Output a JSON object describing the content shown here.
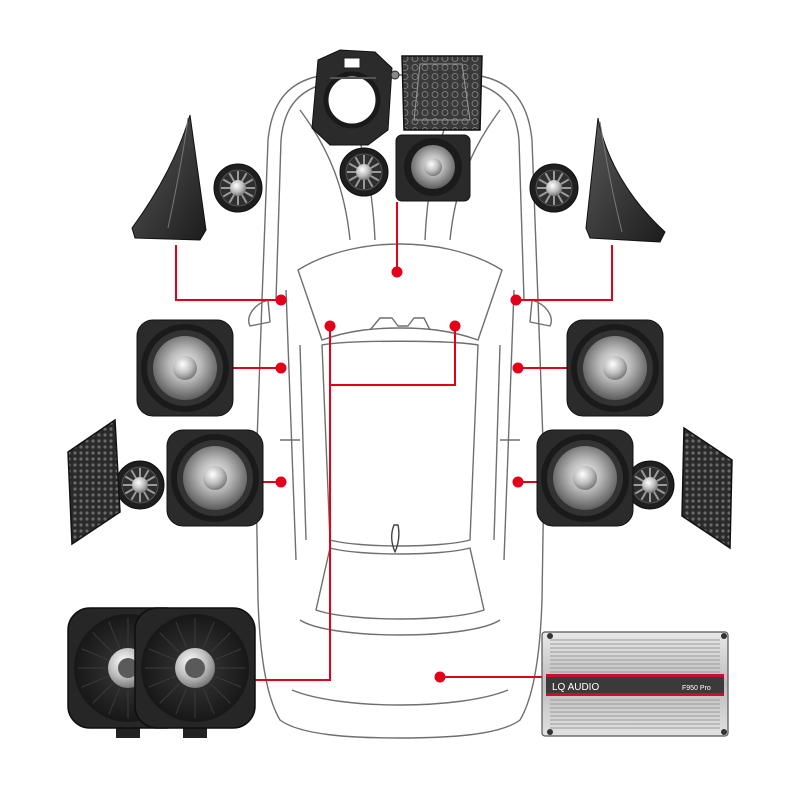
{
  "amplifier": {
    "brand": "LQ AUDIO",
    "model": "F950 Pro"
  },
  "tweeter_pods": {
    "left_label": "",
    "right_label": ""
  },
  "colors": {
    "connector": "#e3001b",
    "car_outline": "#6f6f6f",
    "speaker_dark": "#1e1e1e",
    "cone_grey": "#9a9a9a",
    "amp_silver": "#cfcfcf",
    "amp_red": "#c8102e"
  },
  "components": [
    {
      "id": "a-pillar-tweeter-left",
      "icon": "a-pillar-tweeter-pod-icon"
    },
    {
      "id": "a-pillar-tweeter-right",
      "icon": "a-pillar-tweeter-pod-icon"
    },
    {
      "id": "dash-tweeter-left",
      "icon": "tweeter-icon"
    },
    {
      "id": "dash-tweeter-right",
      "icon": "tweeter-icon"
    },
    {
      "id": "center-tweeter",
      "icon": "tweeter-icon"
    },
    {
      "id": "center-mount-bracket",
      "icon": "speaker-bracket-icon"
    },
    {
      "id": "center-grille",
      "icon": "speaker-grille-icon"
    },
    {
      "id": "center-midrange",
      "icon": "midrange-speaker-icon"
    },
    {
      "id": "front-door-woofer-left",
      "icon": "woofer-icon"
    },
    {
      "id": "front-door-woofer-right",
      "icon": "woofer-icon"
    },
    {
      "id": "rear-door-woofer-left",
      "icon": "woofer-icon"
    },
    {
      "id": "rear-door-woofer-right",
      "icon": "woofer-icon"
    },
    {
      "id": "rear-tweeter-left",
      "icon": "tweeter-icon"
    },
    {
      "id": "rear-tweeter-right",
      "icon": "tweeter-icon"
    },
    {
      "id": "rear-grille-left",
      "icon": "speaker-grille-icon"
    },
    {
      "id": "rear-grille-right",
      "icon": "speaker-grille-icon"
    },
    {
      "id": "underseat-subwoofer-left",
      "icon": "subwoofer-icon"
    },
    {
      "id": "underseat-subwoofer-right",
      "icon": "subwoofer-icon"
    },
    {
      "id": "amplifier",
      "icon": "amplifier-icon"
    }
  ]
}
